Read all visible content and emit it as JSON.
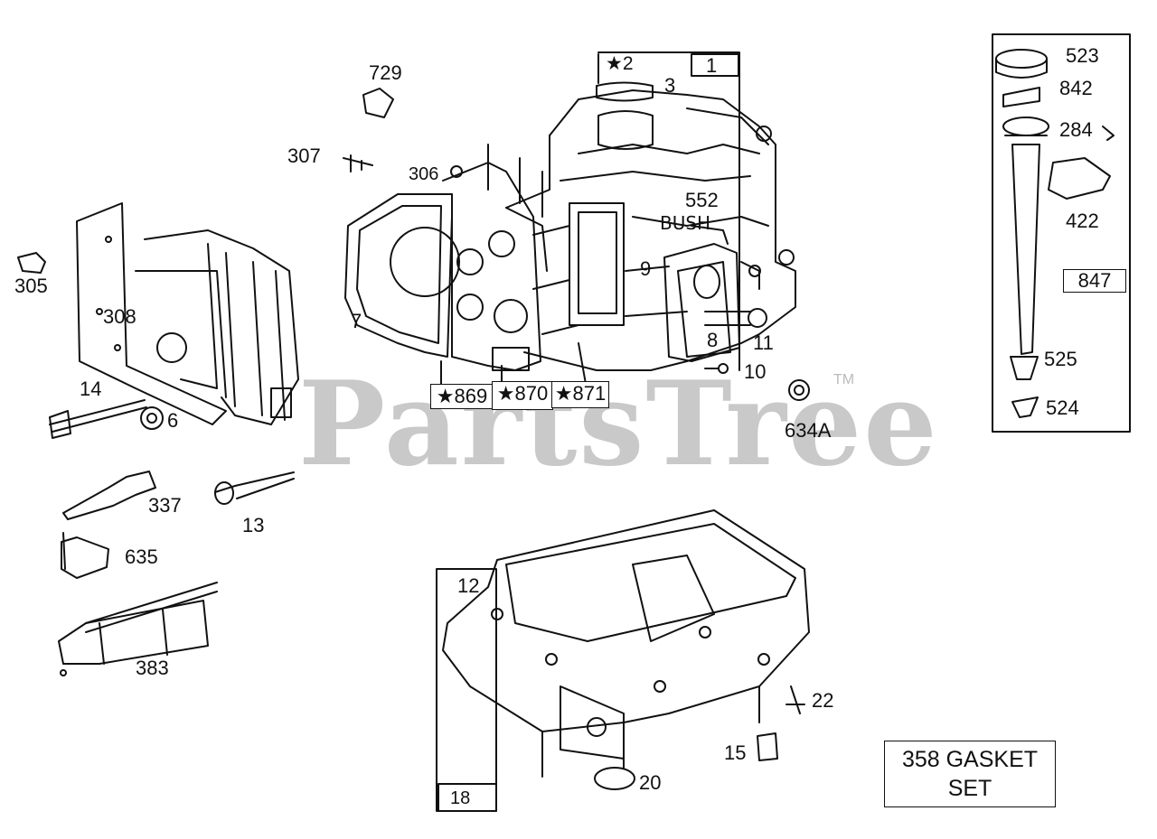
{
  "watermark": {
    "text": "PartsTree",
    "tm": "TM"
  },
  "callouts": [
    {
      "id": "729",
      "text": "729"
    },
    {
      "id": "2",
      "text": "★2"
    },
    {
      "id": "1",
      "text": "1"
    },
    {
      "id": "3",
      "text": "3"
    },
    {
      "id": "307",
      "text": "307"
    },
    {
      "id": "306",
      "text": "306"
    },
    {
      "id": "552",
      "text": "552"
    },
    {
      "id": "bush",
      "text": "BUSH"
    },
    {
      "id": "305",
      "text": "305"
    },
    {
      "id": "308",
      "text": "308"
    },
    {
      "id": "9",
      "text": "9"
    },
    {
      "id": "7",
      "text": "7"
    },
    {
      "id": "8",
      "text": "8"
    },
    {
      "id": "11",
      "text": "11"
    },
    {
      "id": "10",
      "text": "10"
    },
    {
      "id": "14",
      "text": "14"
    },
    {
      "id": "6",
      "text": "6"
    },
    {
      "id": "869",
      "text": "★869"
    },
    {
      "id": "870",
      "text": "★870"
    },
    {
      "id": "871",
      "text": "★871"
    },
    {
      "id": "634A",
      "text": "634A"
    },
    {
      "id": "337",
      "text": "337"
    },
    {
      "id": "13",
      "text": "13"
    },
    {
      "id": "635",
      "text": "635"
    },
    {
      "id": "383",
      "text": "383"
    },
    {
      "id": "12",
      "text": "12"
    },
    {
      "id": "22",
      "text": "22"
    },
    {
      "id": "15",
      "text": "15"
    },
    {
      "id": "20",
      "text": "20"
    },
    {
      "id": "18",
      "text": "18"
    },
    {
      "id": "523",
      "text": "523"
    },
    {
      "id": "842",
      "text": "842"
    },
    {
      "id": "284",
      "text": "284"
    },
    {
      "id": "422",
      "text": "422"
    },
    {
      "id": "847",
      "text": "847"
    },
    {
      "id": "525",
      "text": "525"
    },
    {
      "id": "524",
      "text": "524"
    }
  ],
  "gasket_set": {
    "line1": "358 GASKET",
    "line2": "SET"
  },
  "colors": {
    "ink": "#111111",
    "watermark": "#c9c9c9",
    "background": "#ffffff"
  }
}
